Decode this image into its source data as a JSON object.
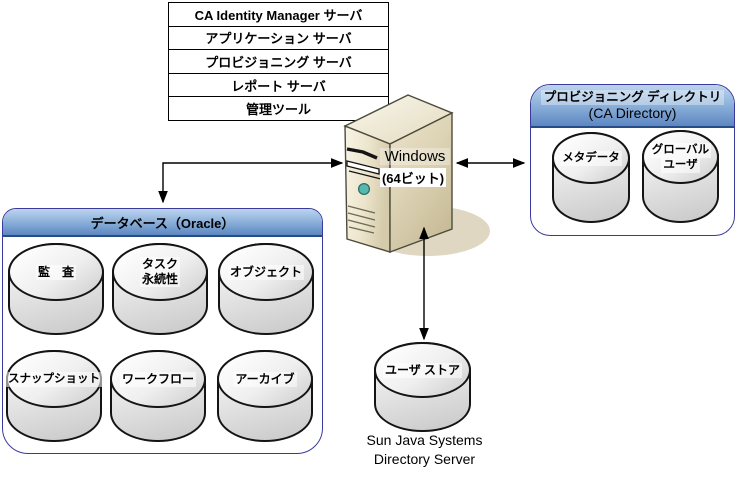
{
  "server_stack": {
    "items": [
      "CA Identity Manager サーバ",
      "アプリケーション サーバ",
      "プロビジョニング サーバ",
      "レポート サーバ",
      "管理ツール"
    ]
  },
  "windows_server": {
    "name": "Windows",
    "subtitle": "(64ビット)"
  },
  "provisioning_directory": {
    "title": "プロビジョニング ディレクトリ",
    "subtitle": "(CA Directory)",
    "cylinders": [
      {
        "line1": "メタデータ",
        "line2": ""
      },
      {
        "line1": "グローバル",
        "line2": "ユーザ"
      }
    ]
  },
  "database": {
    "title": "データベース（Oracle）",
    "cylinders": [
      {
        "line1": "監　査",
        "line2": ""
      },
      {
        "line1": "タスク",
        "line2": "永続性"
      },
      {
        "line1": "オブジェクト",
        "line2": ""
      },
      {
        "line1": "スナップショット",
        "line2": ""
      },
      {
        "line1": "ワークフロー",
        "line2": ""
      },
      {
        "line1": "アーカイブ",
        "line2": ""
      }
    ]
  },
  "user_store": {
    "label": "ユーザ ストア",
    "caption_line1": "Sun Java Systems",
    "caption_line2": "Directory Server"
  },
  "colors": {
    "box_border": "#3a3a9c",
    "header_gradient_top": "#bcd4ef",
    "header_gradient_bottom": "#5d87c2",
    "header_underline": "#274b85",
    "tower_front": "#efe8d2",
    "tower_side": "#d6ccab",
    "tower_top": "#f4efdd",
    "power_button": "#57b8ae",
    "arrow": "#000000"
  }
}
